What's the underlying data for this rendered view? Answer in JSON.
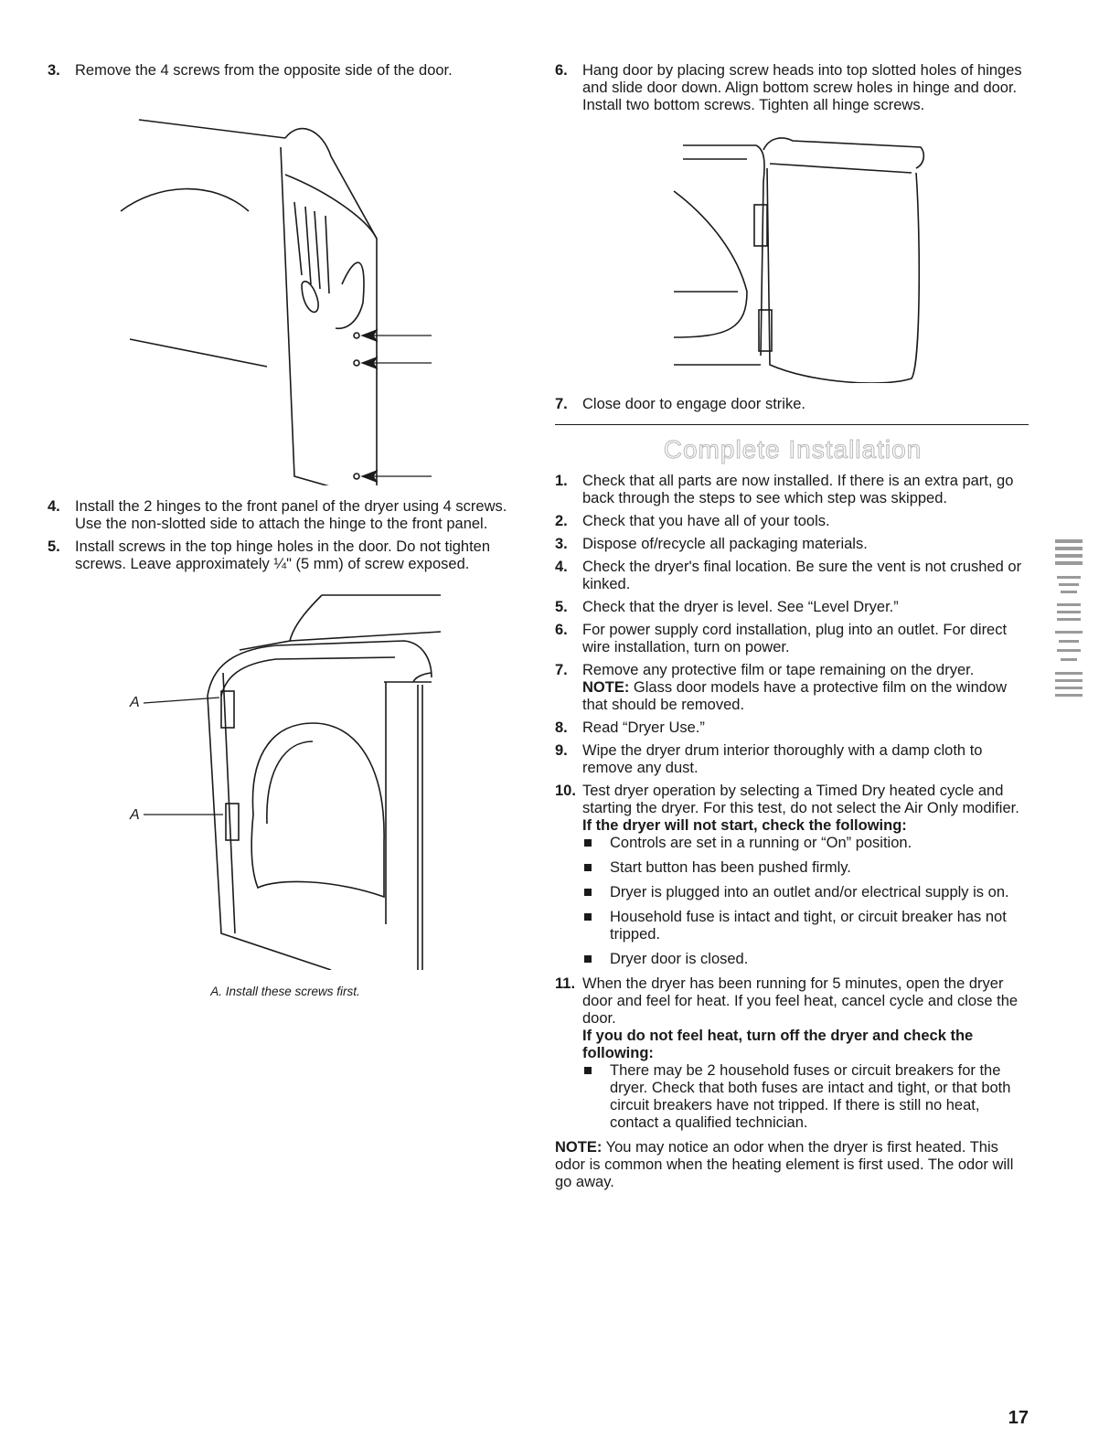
{
  "left": {
    "step3": {
      "num": "3.",
      "text": "Remove the 4 screws from the opposite side of the door."
    },
    "step4": {
      "num": "4.",
      "text": "Install the 2 hinges to the front panel of the dryer using 4 screws. Use the non-slotted side to attach the hinge to the front panel."
    },
    "step5": {
      "num": "5.",
      "text": "Install screws in the top hinge holes in the door. Do not tighten screws. Leave approximately ¼\" (5 mm) of screw exposed."
    },
    "figure2": {
      "label_a": "A",
      "caption": "A. Install these screws first."
    }
  },
  "right": {
    "step6": {
      "num": "6.",
      "text": "Hang door by placing screw heads into top slotted holes of hinges and slide door down. Align bottom screw holes in hinge and door. Install two bottom screws. Tighten all hinge screws."
    },
    "step7": {
      "num": "7.",
      "text": "Close door to engage door strike."
    },
    "section_title": "Complete Installation",
    "items": [
      {
        "num": "1.",
        "text": "Check that all parts are now installed. If there is an extra part, go back through the steps to see which step was skipped."
      },
      {
        "num": "2.",
        "text": "Check that you have all of your tools."
      },
      {
        "num": "3.",
        "text": "Dispose of/recycle all packaging materials."
      },
      {
        "num": "4.",
        "text": "Check the dryer's final location. Be sure the vent is not crushed or kinked."
      },
      {
        "num": "5.",
        "text": "Check that the dryer is level. See “Level Dryer.”"
      },
      {
        "num": "6.",
        "text": "For power supply cord installation, plug into an outlet. For direct wire installation, turn on power."
      },
      {
        "num": "7.",
        "text": "Remove any protective film or tape remaining on the dryer.",
        "note_label": "NOTE:",
        "note_text": " Glass door models have a protective film on the window that should be removed."
      },
      {
        "num": "8.",
        "text": "Read “Dryer Use.”"
      },
      {
        "num": "9.",
        "text": "Wipe the dryer drum interior thoroughly with a damp cloth to remove any dust."
      },
      {
        "num": "10.",
        "text": "Test dryer operation by selecting a Timed Dry heated cycle and starting the dryer. For this test, do not select the Air Only modifier."
      },
      {
        "num": "11.",
        "text": "When the dryer has been running for 5 minutes, open the dryer door and feel for heat. If you feel heat, cancel cycle and close the door."
      }
    ],
    "start_check": {
      "lead": "If the dryer will not start, check the following:",
      "bullets": [
        "Controls are set in a running or “On” position.",
        "Start button has been pushed firmly.",
        "Dryer is plugged into an outlet and/or electrical supply is on.",
        "Household fuse is intact and tight, or circuit breaker has not tripped.",
        "Dryer door is closed."
      ]
    },
    "heat_check": {
      "lead": "If you do not feel heat, turn off the dryer and check the following:",
      "bullets": [
        "There may be 2 household fuses or circuit breakers for the dryer. Check that both fuses are intact and tight, or that both circuit breakers have not tripped. If there is still no heat, contact a qualified technician."
      ]
    },
    "final_note": {
      "label": "NOTE:",
      "text": " You may notice an odor when the dryer is first heated. This odor is common when the heating element is first used. The odor will go away."
    }
  },
  "page_number": "17"
}
